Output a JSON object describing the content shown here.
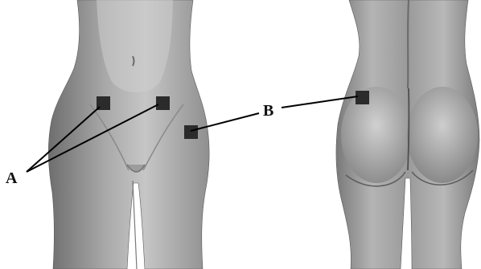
{
  "figure": {
    "labels": {
      "A": "A",
      "B": "B"
    },
    "colors": {
      "background": "#ffffff",
      "body_shade": "#b9b9b9",
      "body_light": "#d9d9d9",
      "body_dark": "#6f6f6f",
      "marker": "#2b2b2b",
      "leader": "#000000"
    },
    "markers": {
      "front_count": 3,
      "back_count": 1
    },
    "views": [
      "front-view",
      "back-view"
    ]
  }
}
